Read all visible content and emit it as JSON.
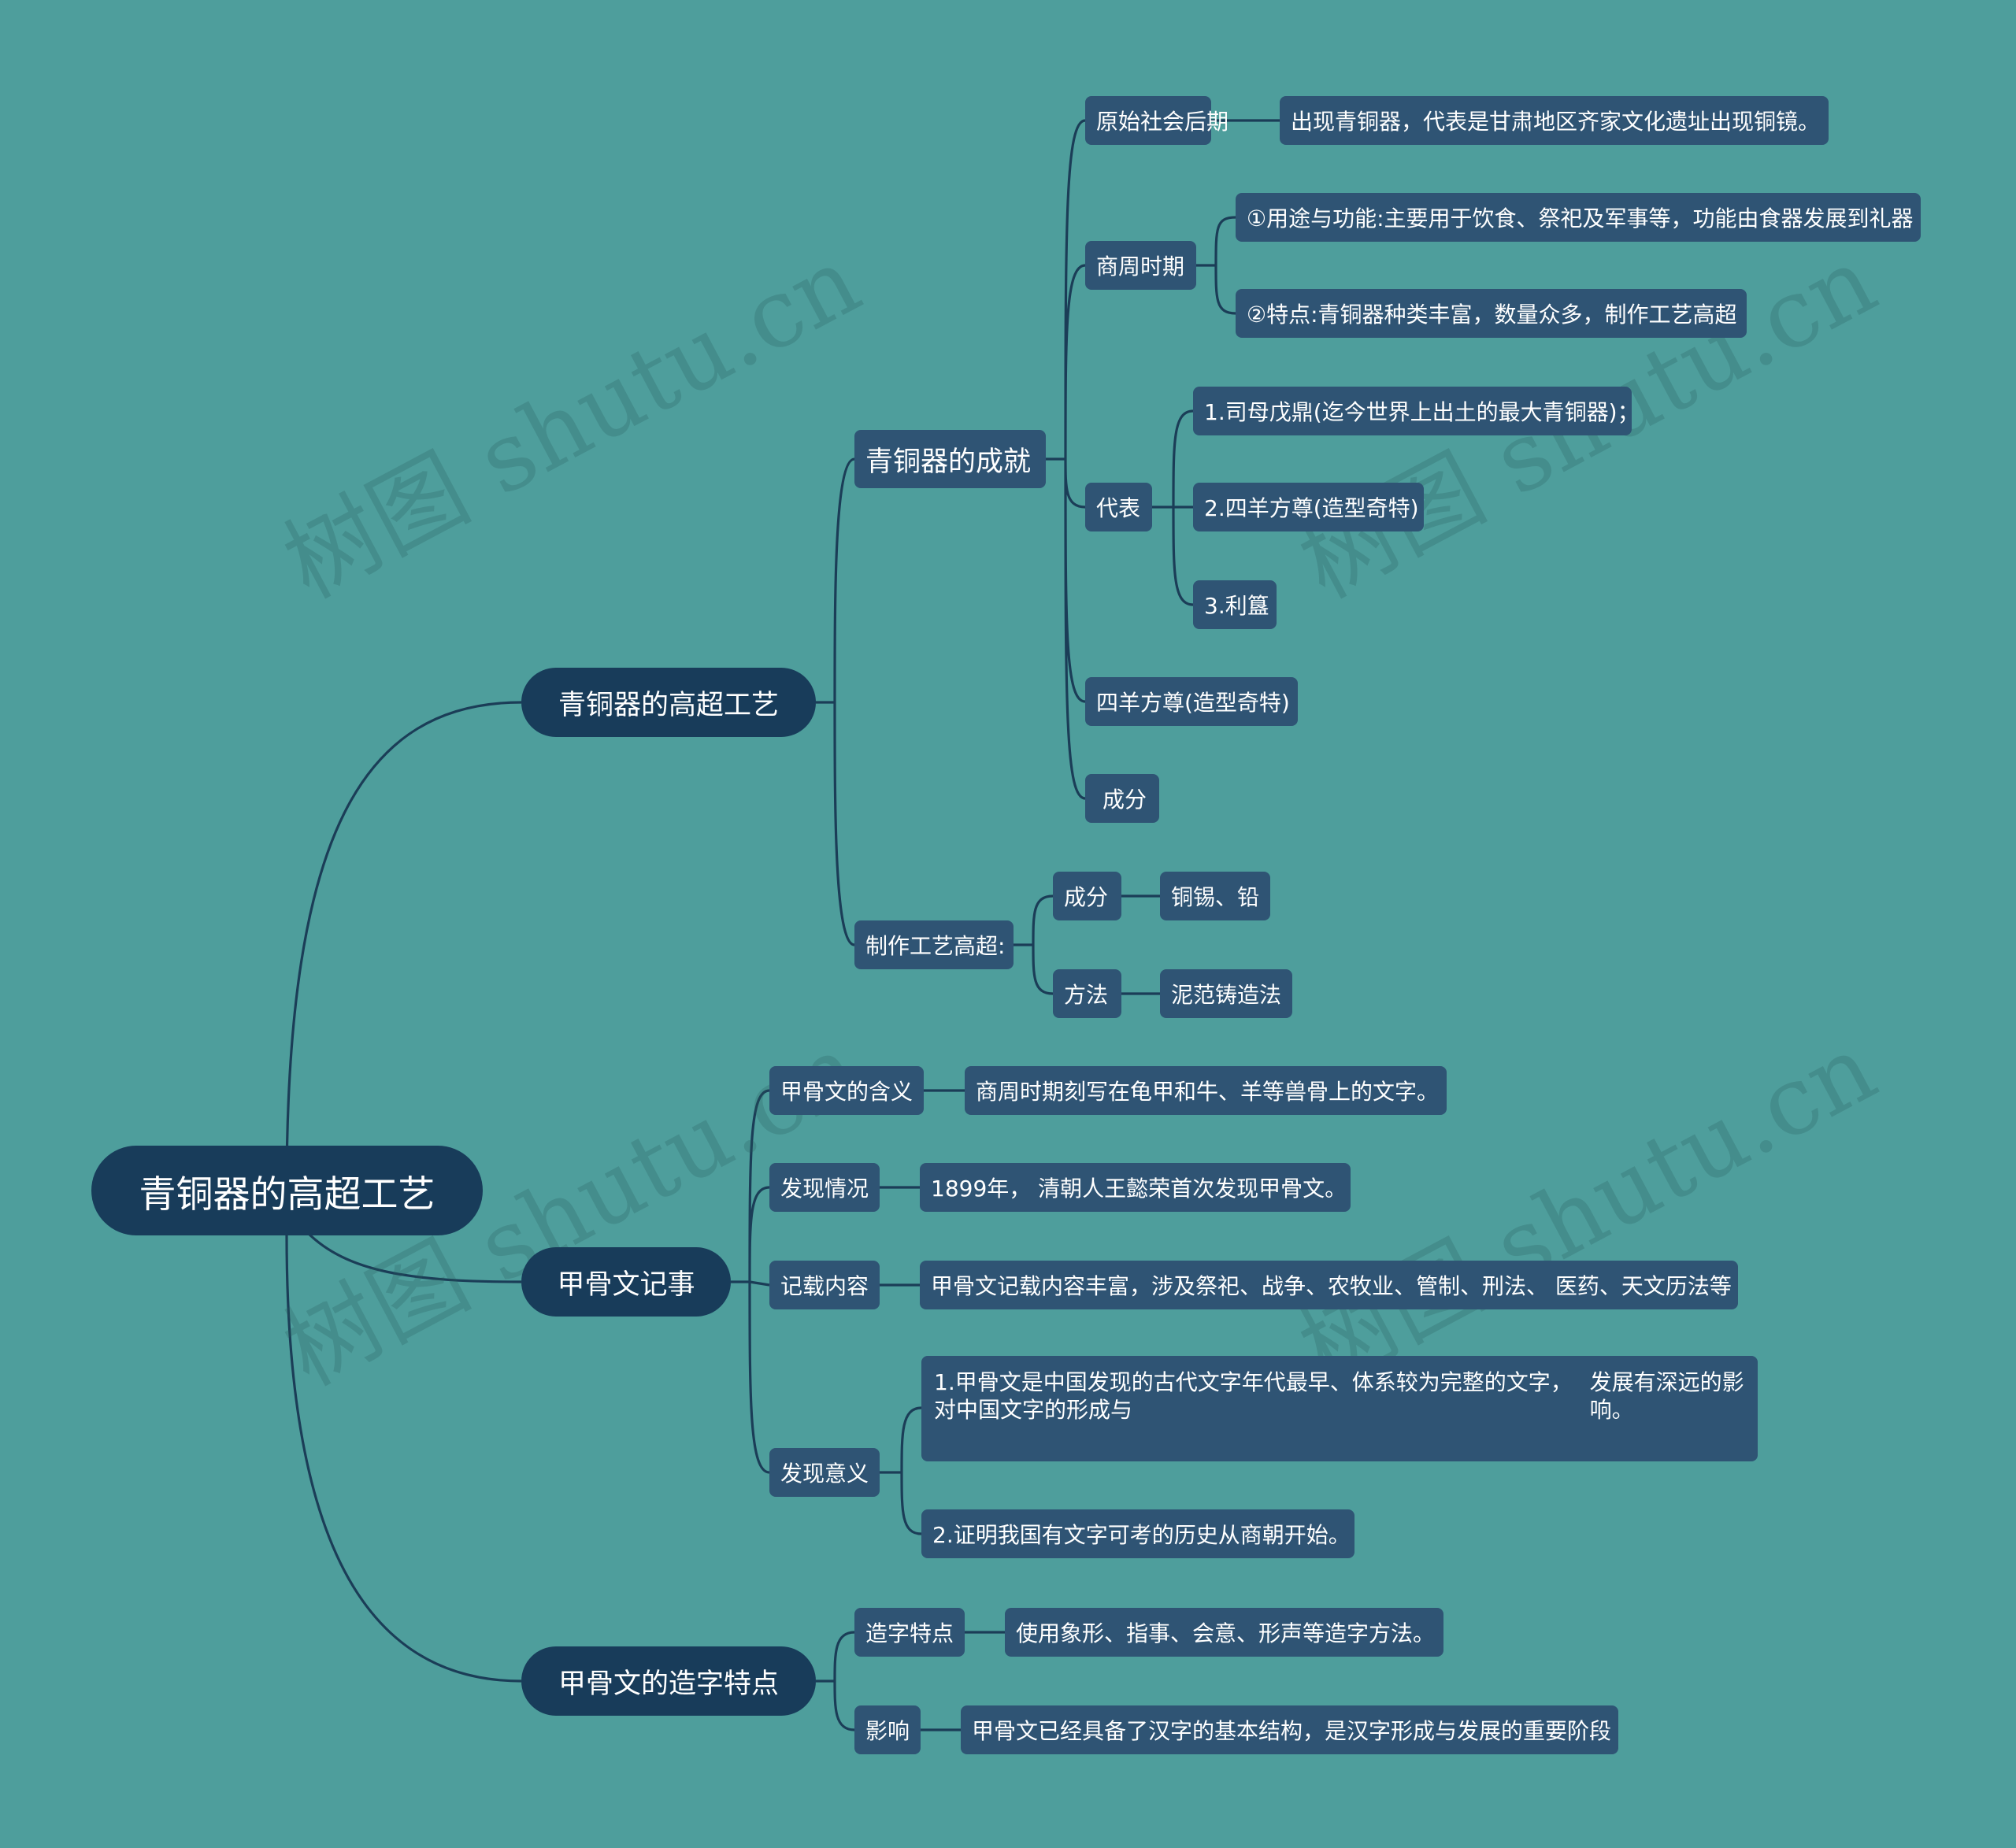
{
  "root": "青铜器的高超工艺",
  "branches": {
    "bronze": {
      "label": "青铜器的高超工艺",
      "achievements": {
        "label": "青铜器的成就",
        "primitive": {
          "label": "原始社会后期",
          "detail": "出现青铜器，代表是甘肃地区齐家文化遗址出现铜镜。"
        },
        "shangzhou": {
          "label": "商周时期",
          "details": [
            "①用途与功能:主要用于饮食、祭祀及军事等，功能由食器发展到礼器",
            "②特点:青铜器种类丰富，数量众多，制作工艺高超"
          ]
        },
        "representative": {
          "label": "代表",
          "items": [
            "1.司母戊鼎(迄今世界上出土的最大青铜器)；",
            "2.四羊方尊(造型奇特)",
            "3.利簋"
          ]
        },
        "sheep": "四羊方尊(造型奇特)",
        "composition": "成分"
      },
      "craft": {
        "label": "制作工艺高超:",
        "composition": {
          "label": "成分",
          "detail": "铜锡、铅"
        },
        "method": {
          "label": "方法",
          "detail": "泥范铸造法"
        }
      }
    },
    "oracle": {
      "label": "甲骨文记事",
      "meaning": {
        "label": "甲骨文的含义",
        "detail": "商周时期刻写在龟甲和牛、羊等兽骨上的文字。"
      },
      "discovery": {
        "label": "发现情况",
        "detail": "1899年， 清朝人王懿荣首次发现甲骨文。"
      },
      "content": {
        "label": "记载内容",
        "detail": "甲骨文记载内容丰富，涉及祭祀、战争、农牧业、管制、刑法、 医药、天文历法等"
      },
      "significance": {
        "label": "发现意义",
        "point1": [
          "1.甲骨文是中国发现的古代文字年代最早、体系较为完整的文字，对中国文字的形成与",
          "发展有深远的影响。"
        ],
        "point2": "2.证明我国有文字可考的历史从商朝开始。"
      }
    },
    "character": {
      "label": "甲骨文的造字特点",
      "features": {
        "label": "造字特点",
        "detail": "使用象形、指事、会意、形声等造字方法。"
      },
      "influence": {
        "label": "影响",
        "detail": "甲骨文已经具备了汉字的基本结构，是汉字形成与发展的重要阶段"
      }
    }
  },
  "watermark": "树图 shutu.cn",
  "colors": {
    "background": "#4e9e9c",
    "main_node": "#183c5a",
    "sub_node": "#2f5474",
    "connector": "#1b3d57"
  }
}
